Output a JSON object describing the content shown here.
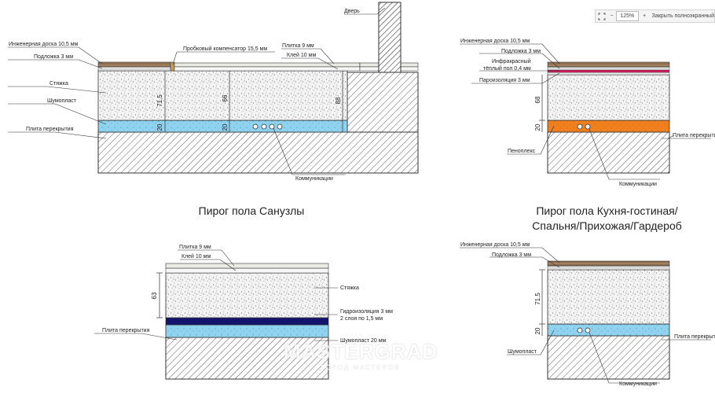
{
  "toolbar": {
    "zoom_value": "125%",
    "close_fullscreen_label": "Закрыть полноэкранный",
    "minus_label": "−",
    "plus_label": "+"
  },
  "titles": {
    "bathrooms": "Пирог пола Санузлы",
    "living_line1": "Пирог пола Кухня-гостиная/",
    "living_line2": "Спальня/Прихожая/Гардероб"
  },
  "labels": {
    "engineered_board": "Инженерная доска 10,5 мм",
    "underlay": "Подложка 3 мм",
    "cork": "Пробковый компенсатор 15,5 мм",
    "tile": "Плитка 9 мм",
    "glue": "Клей 10 мм",
    "door": "Дверь",
    "screed": "Стяжка",
    "noiseplast": "Шумопласт",
    "slab": "Плита перекрытия",
    "comms": "Коммуникации",
    "infrared_1": "Инфракрасный",
    "infrared_2": "тёплый пол 0,4 мм",
    "vapor": "Пароизоляция 3 мм",
    "penoplex": "Пеноплекс",
    "waterproof_1": "Гидроизоляция 3 мм",
    "waterproof_2": "2 слоя по 1,5 мм",
    "noiseplast_20": "Шумопласт 20 мм"
  },
  "dims": {
    "d71_5": "71,5",
    "d66": "66",
    "d88": "88",
    "d20": "20",
    "d68": "68",
    "d63": "63"
  },
  "watermark": {
    "main": "MASTERGRAD",
    "sub": "ГОРОД МАСТЕРОВ"
  },
  "colors": {
    "screed": "#f3f3f3",
    "noise": "#8fd3ef",
    "penoplex": "#f07f1e",
    "wood": "#8a6a4a",
    "infrared": "#d81b60",
    "waterproof": "#14146e",
    "tile": "#ebebe6"
  }
}
